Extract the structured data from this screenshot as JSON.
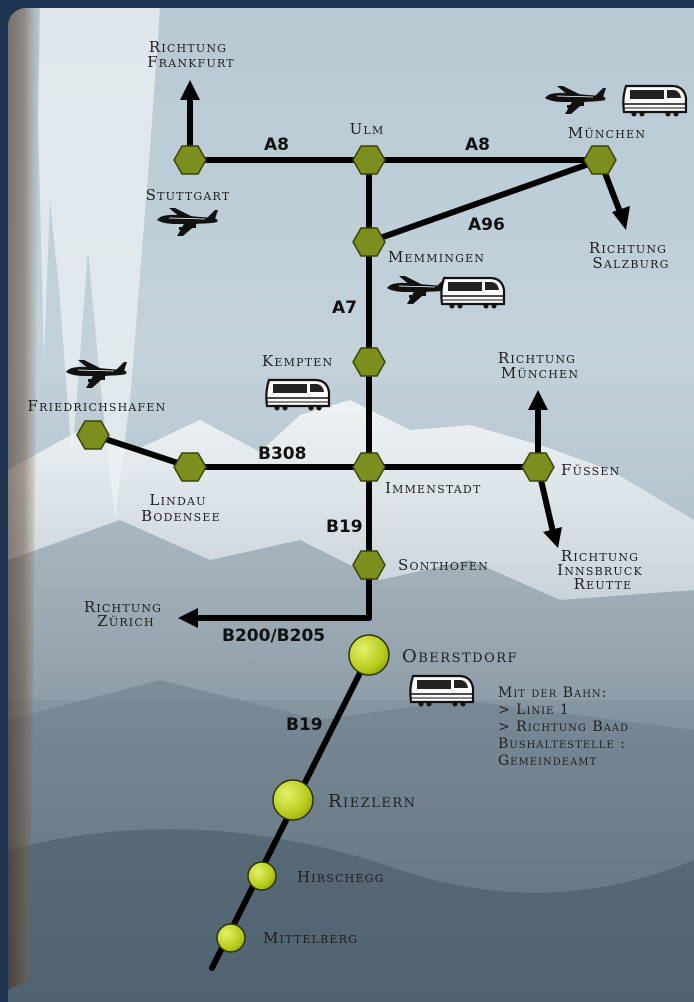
{
  "cities": {
    "stuttgart": "Stuttgart",
    "ulm": "Ulm",
    "muenchen": "München",
    "memmingen": "Memmingen",
    "kempten": "Kempten",
    "friedrichshafen": "Friedrichshafen",
    "lindau": [
      "Lindau",
      "Bodensee"
    ],
    "immenstadt": "Immenstadt",
    "fuessen": "Füssen",
    "sonthofen": "Sonthofen",
    "oberstdorf": "Oberstdorf",
    "riezlern": "Riezlern",
    "hirschegg": "Hirschegg",
    "mittelberg": "Mittelberg"
  },
  "directions": {
    "frankfurt": [
      "Richtung",
      "Frankfurt"
    ],
    "salzburg": [
      "Richtung",
      "Salzburg"
    ],
    "muenchen": [
      "Richtung",
      "München"
    ],
    "innsbruck": [
      "Richtung",
      "Innsbruck",
      "Reutte"
    ],
    "zuerich": [
      "Richtung",
      "Zürich"
    ]
  },
  "roads": {
    "a8_west": "A8",
    "a8_east": "A8",
    "a96": "A96",
    "a7": "A7",
    "b308": "B308",
    "b19_north": "B19",
    "b200": "B200/B205",
    "b19_south": "B19"
  },
  "info": {
    "lines": [
      "Mit der Bahn:",
      "> Linie 1",
      "> Richtung Baad",
      "",
      "Bushaltestelle :",
      "Gemeindeamt"
    ]
  },
  "colors": {
    "node_fill": "#7c8f1e",
    "circle_fill": "#b7cd1c",
    "road_line": "#000000",
    "frame": "#1d3550"
  },
  "icons": [
    "airplane-icon",
    "train-icon",
    "arrow-icon"
  ]
}
